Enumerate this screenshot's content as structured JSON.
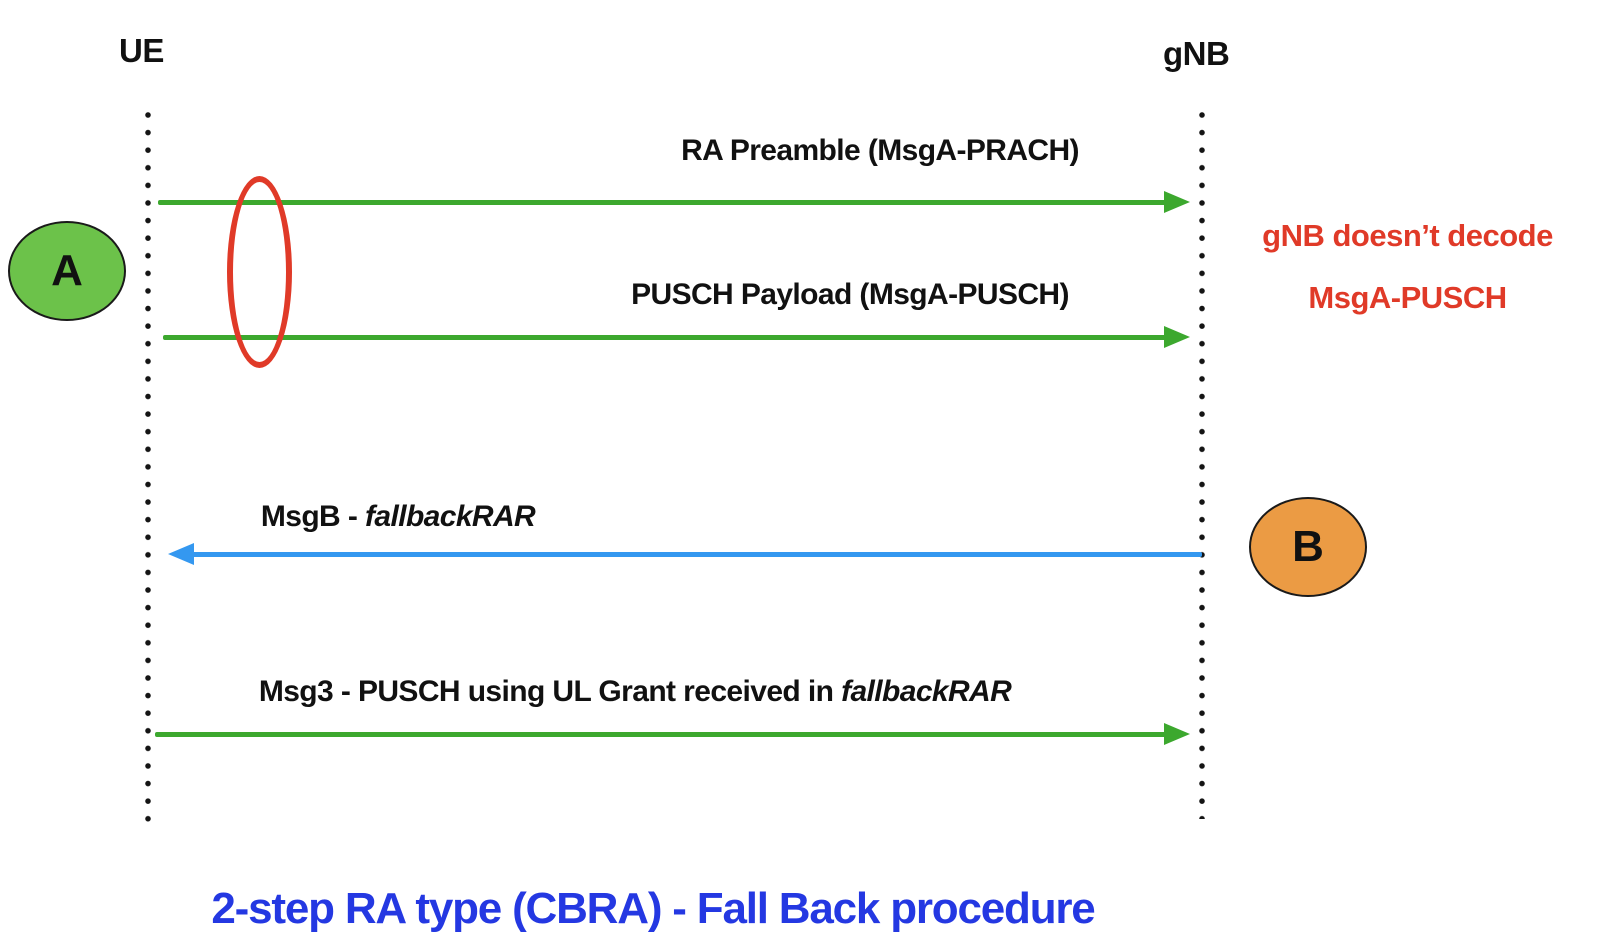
{
  "diagram": {
    "actors": [
      {
        "id": "ue",
        "label": "UE"
      },
      {
        "id": "gnb",
        "label": "gNB"
      }
    ],
    "messages": [
      {
        "label": "RA Preamble (MsgA-PRACH)",
        "from": "UE",
        "to": "gNB",
        "direction": "right",
        "color": "green"
      },
      {
        "label": "PUSCH Payload (MsgA-PUSCH)",
        "from": "UE",
        "to": "gNB",
        "direction": "right",
        "color": "green"
      },
      {
        "label_text": "MsgB - ",
        "label_italic": "fallbackRAR",
        "from": "gNB",
        "to": "UE",
        "direction": "left",
        "color": "blue"
      },
      {
        "label_text": "Msg3 - PUSCH using UL Grant received in ",
        "label_italic": "fallbackRAR",
        "from": "UE",
        "to": "gNB",
        "direction": "right",
        "color": "green"
      }
    ],
    "markers": [
      {
        "label": "A",
        "color": "#6cc24a"
      },
      {
        "label": "B",
        "color": "#eb9b44"
      }
    ],
    "note": {
      "line1": "gNB doesn’t decode",
      "line2": "MsgA-PUSCH",
      "color": "#e03a28"
    },
    "title": "2-step RA type (CBRA) - Fall Back procedure"
  },
  "colors": {
    "green": "#3ca82e",
    "blue": "#3498f0",
    "red": "#e03a28",
    "title-blue": "#2438e2",
    "circle-a": "#6cc24a",
    "circle-b": "#eb9b44"
  }
}
